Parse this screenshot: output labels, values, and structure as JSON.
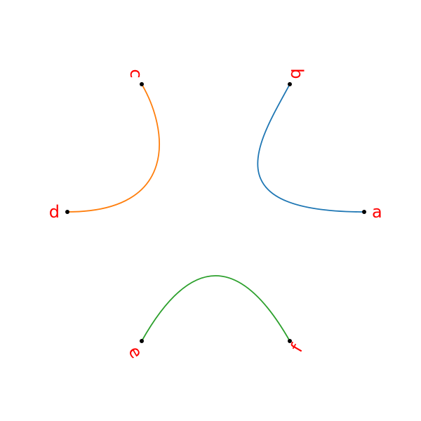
{
  "colors": {
    "background": "#ffffff",
    "label": "#ff0000",
    "node": "#000000"
  },
  "nodes": {
    "a": {
      "label": "a"
    },
    "b": {
      "label": "b"
    },
    "c": {
      "label": "c"
    },
    "d": {
      "label": "d"
    },
    "e": {
      "label": "e"
    },
    "f": {
      "label": "f"
    }
  },
  "edges": [
    {
      "from": "a",
      "to": "b",
      "color": "#1f77b4"
    },
    {
      "from": "c",
      "to": "d",
      "color": "#ff7f0e"
    },
    {
      "from": "e",
      "to": "f",
      "color": "#2ca02c"
    }
  ]
}
